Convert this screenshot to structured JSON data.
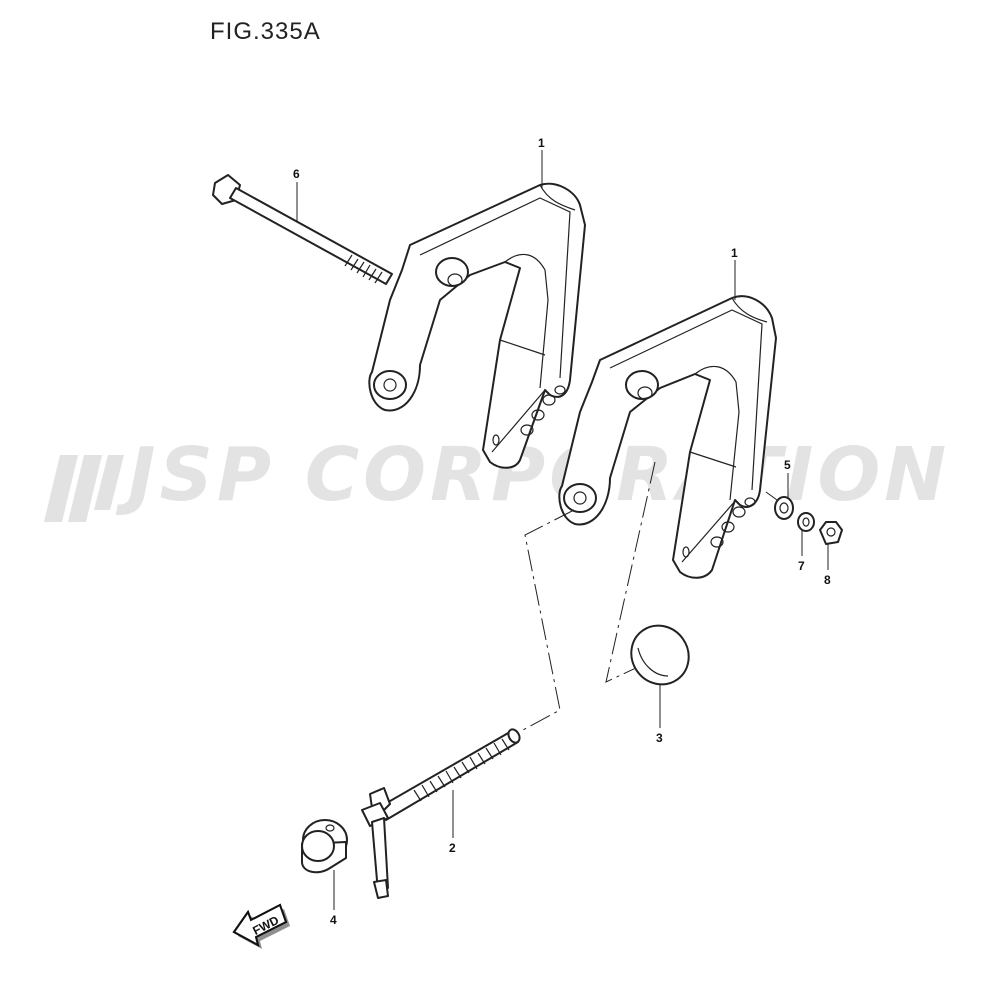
{
  "figure": {
    "title": "FIG.335A"
  },
  "watermark": {
    "text": "JSP CORPORATION",
    "color": "#d9d9d9"
  },
  "direction_arrow": {
    "label": "FWD"
  },
  "callouts": [
    {
      "id": "c1a",
      "label": "1"
    },
    {
      "id": "c1b",
      "label": "1"
    },
    {
      "id": "c2",
      "label": "2"
    },
    {
      "id": "c3",
      "label": "3"
    },
    {
      "id": "c4",
      "label": "4"
    },
    {
      "id": "c5",
      "label": "5"
    },
    {
      "id": "c6",
      "label": "6"
    },
    {
      "id": "c7",
      "label": "7"
    },
    {
      "id": "c8",
      "label": "8"
    }
  ]
}
